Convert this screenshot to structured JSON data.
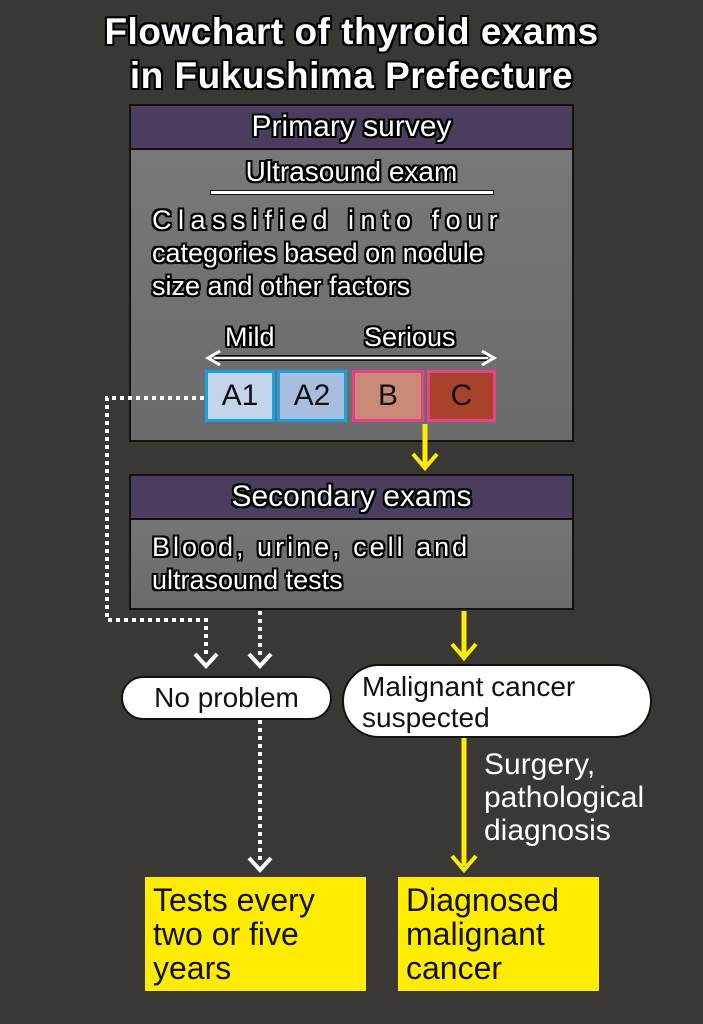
{
  "title": {
    "line1": "Flowchart of thyroid exams",
    "line2": "in Fukushima Prefecture"
  },
  "primary": {
    "header": "Primary survey",
    "subhead": "Ultrasound exam",
    "desc_line1": "Classified into four",
    "desc_line2": "categories based on nodule",
    "desc_line3": "size and other factors",
    "scale_mild": "Mild",
    "scale_serious": "Serious",
    "categories": [
      {
        "label": "A1",
        "fill": "#c4d4ea",
        "border": "#1aa0e0"
      },
      {
        "label": "A2",
        "fill": "#a9bddf",
        "border": "#1aa0e0"
      },
      {
        "label": "B",
        "fill": "#c98a78",
        "border": "#e8418a"
      },
      {
        "label": "C",
        "fill": "#a8422a",
        "border": "#e8418a"
      }
    ]
  },
  "secondary": {
    "header": "Secondary exams",
    "desc_line1": "Blood, urine, cell and",
    "desc_line2": "ultrasound tests"
  },
  "outcomes": {
    "no_problem": "No problem",
    "suspected_line1": "Malignant cancer",
    "suspected_line2": "suspected",
    "surgery_line1": "Surgery,",
    "surgery_line2": "pathological",
    "surgery_line3": "diagnosis",
    "tests_line1": "Tests every",
    "tests_line2": "two or five",
    "tests_line3": "years",
    "diagnosed_line1": "Diagnosed",
    "diagnosed_line2": "malignant",
    "diagnosed_line3": "cancer"
  },
  "colors": {
    "background": "#3a3835",
    "header_purple": "#4a3d5e",
    "yellow": "#ffec00",
    "mild_border": "#1aa0e0",
    "serious_border": "#e8418a"
  }
}
